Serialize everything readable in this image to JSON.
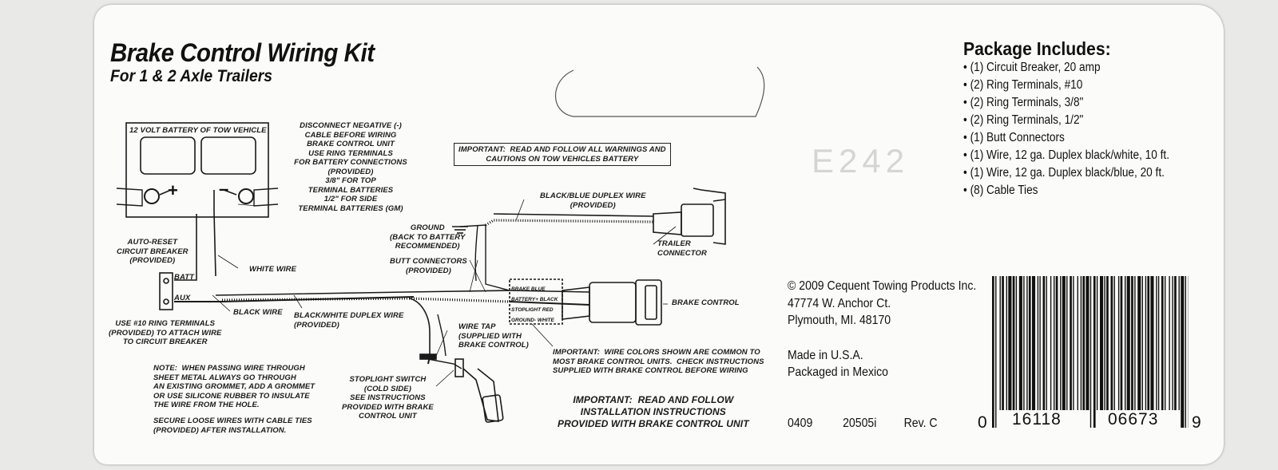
{
  "header": {
    "title": "Brake Control Wiring Kit",
    "subtitle": "For 1 & 2 Axle Trailers"
  },
  "stamp": "E242",
  "diagram": {
    "battery_label": "12 VOLT BATTERY OF TOW VEHICLE",
    "plus": "+",
    "minus": "–",
    "disconnect_note": "DISCONNECT NEGATIVE (-)\nCABLE BEFORE WIRING\nBRAKE CONTROL UNIT\nUSE RING TERMINALS\nFOR BATTERY CONNECTIONS\n(PROVIDED)\n3/8\" FOR TOP\nTERMINAL BATTERIES\n1/2\" FOR SIDE\nTERMINAL BATTERIES (GM)",
    "important_battery": "IMPORTANT:  READ AND FOLLOW ALL WARNINGS AND\nCAUTIONS ON TOW VEHICLES BATTERY",
    "black_blue_wire": "BLACK/BLUE DUPLEX WIRE\n(PROVIDED)",
    "ground": "GROUND\n(BACK TO BATTERY\nRECOMMENDED)",
    "trailer_connector": "TRAILER\nCONNECTOR",
    "auto_reset": "AUTO-RESET\nCIRCUIT BREAKER\n(PROVIDED)",
    "white_wire": "WHITE WIRE",
    "butt_connectors": "BUTT CONNECTORS\n(PROVIDED)",
    "batt": "BATT",
    "aux": "AUX",
    "black_wire": "BLACK WIRE",
    "black_white_wire": "BLACK/WHITE DUPLEX WIRE\n(PROVIDED)",
    "brake_control": "BRAKE CONTROL",
    "terminals": [
      "BRAKE BLUE",
      "BATTERY+ BLACK",
      "STOPLIGHT RED",
      "GROUND- WHITE"
    ],
    "ring_terminals_note": "USE #10 RING TERMINALS\n(PROVIDED) TO ATTACH WIRE\nTO CIRCUIT BREAKER",
    "wire_tap": "WIRE TAP\n(SUPPLIED WITH\nBRAKE CONTROL)",
    "important_colors": "IMPORTANT:  WIRE COLORS SHOWN ARE COMMON TO\nMOST BRAKE CONTROL UNITS.  CHECK INSTRUCTIONS\nSUPPLIED WITH BRAKE CONTROL BEFORE WIRING",
    "note_sheet_metal": "NOTE:  WHEN PASSING WIRE THROUGH\nSHEET METAL ALWAYS GO THROUGH\nAN EXISTING GROMMET, ADD A GROMMET\nOR USE SILICONE RUBBER TO INSULATE\nTHE WIRE FROM THE HOLE.",
    "note_cable_ties": "SECURE LOOSE WIRES WITH CABLE TIES\n(PROVIDED) AFTER INSTALLATION.",
    "stoplight_switch": "STOPLIGHT SWITCH\n(COLD SIDE)\nSEE INSTRUCTIONS\nPROVIDED WITH BRAKE\nCONTROL UNIT",
    "important_install": "IMPORTANT:  READ AND FOLLOW\nINSTALLATION INSTRUCTIONS\nPROVIDED WITH BRAKE CONTROL UNIT"
  },
  "package": {
    "title": "Package Includes:",
    "items": [
      "(1) Circuit Breaker, 20 amp",
      "(2) Ring Terminals, #10",
      "(2) Ring Terminals, 3/8\"",
      "(2) Ring Terminals, 1/2\"",
      "(1) Butt Connectors",
      "(1) Wire, 12 ga. Duplex black/white, 10 ft.",
      "(1) Wire, 12 ga. Duplex black/blue, 20 ft.",
      "(8) Cable Ties"
    ]
  },
  "company": {
    "copyright": "© 2009 Cequent Towing Products Inc.",
    "address": "47774 W. Anchor Ct.",
    "city": "Plymouth, MI. 48170",
    "made_in": "Made in U.S.A.",
    "packaged_in": "Packaged in Mexico",
    "code1": "0409",
    "code2": "20505i",
    "revision": "Rev. C"
  },
  "barcode": {
    "lead_digit": "0",
    "group1": "16118",
    "group2": "06673",
    "check_digit": "9"
  }
}
